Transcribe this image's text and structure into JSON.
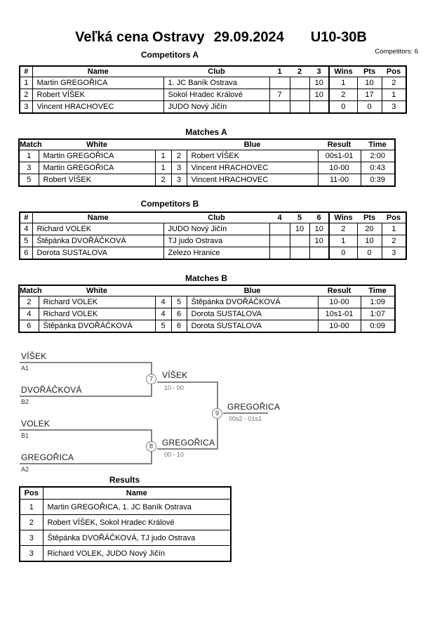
{
  "header": {
    "event": "Veľká cena Ostravy",
    "date": "29.09.2024",
    "category": "U10-30B",
    "competitors_label": "Competitors: 6"
  },
  "colors": {
    "bracket_line": "#848484",
    "table_border": "#000000"
  },
  "competitorsA": {
    "title": "Competitors A",
    "columns": {
      "num": "#",
      "name": "Name",
      "club": "Club",
      "c1": "1",
      "c2": "2",
      "c3": "3",
      "wins": "Wins",
      "pts": "Pts",
      "pos": "Pos"
    },
    "rows": [
      {
        "num": "1",
        "name": "Martin GREGOŘICA",
        "club": "1. JC Baník Ostrava",
        "c1": "",
        "c2": "",
        "c3": "10",
        "wins": "1",
        "pts": "10",
        "pos": "2"
      },
      {
        "num": "2",
        "name": "Robert VÍŠEK",
        "club": "Sokol Hradec Králové",
        "c1": "7",
        "c2": "",
        "c3": "10",
        "wins": "2",
        "pts": "17",
        "pos": "1"
      },
      {
        "num": "3",
        "name": "Vincent HRACHOVEC",
        "club": "JUDO Nový Jičín",
        "c1": "",
        "c2": "",
        "c3": "",
        "wins": "0",
        "pts": "0",
        "pos": "3"
      }
    ]
  },
  "matchesA": {
    "title": "Matches A",
    "columns": {
      "match": "Match",
      "white": "White",
      "blue": "Blue",
      "result": "Result",
      "time": "Time"
    },
    "rows": [
      {
        "match": "1",
        "white": "Martin GREGOŘICA",
        "wnum": "1",
        "bnum": "2",
        "blue": "Robert VÍŠEK",
        "result": "00s1-01",
        "time": "2:00"
      },
      {
        "match": "3",
        "white": "Martin GREGOŘICA",
        "wnum": "1",
        "bnum": "3",
        "blue": "Vincent HRACHOVEC",
        "result": "10-00",
        "time": "0:43"
      },
      {
        "match": "5",
        "white": "Robert VÍŠEK",
        "wnum": "2",
        "bnum": "3",
        "blue": "Vincent HRACHOVEC",
        "result": "11-00",
        "time": "0:39"
      }
    ]
  },
  "competitorsB": {
    "title": "Competitors B",
    "columns": {
      "num": "#",
      "name": "Name",
      "club": "Club",
      "c1": "4",
      "c2": "5",
      "c3": "6",
      "wins": "Wins",
      "pts": "Pts",
      "pos": "Pos"
    },
    "rows": [
      {
        "num": "4",
        "name": "Richard VOLEK",
        "club": "JUDO Nový Jičín",
        "c1": "",
        "c2": "10",
        "c3": "10",
        "wins": "2",
        "pts": "20",
        "pos": "1"
      },
      {
        "num": "5",
        "name": "Štěpánka DVOŘÁČKOVÁ",
        "club": "TJ judo Ostrava",
        "c1": "",
        "c2": "",
        "c3": "10",
        "wins": "1",
        "pts": "10",
        "pos": "2"
      },
      {
        "num": "6",
        "name": "Dorota SUSTALOVA",
        "club": "Zelezo Hranice",
        "c1": "",
        "c2": "",
        "c3": "",
        "wins": "0",
        "pts": "0",
        "pos": "3"
      }
    ]
  },
  "matchesB": {
    "title": "Matches B",
    "columns": {
      "match": "Match",
      "white": "White",
      "blue": "Blue",
      "result": "Result",
      "time": "Time"
    },
    "rows": [
      {
        "match": "2",
        "white": "Richard VOLEK",
        "wnum": "4",
        "bnum": "5",
        "blue": "Štěpánka DVOŘÁČKOVÁ",
        "result": "10-00",
        "time": "1:09"
      },
      {
        "match": "4",
        "white": "Richard VOLEK",
        "wnum": "4",
        "bnum": "6",
        "blue": "Dorota SUSTALOVA",
        "result": "10s1-01",
        "time": "1:07"
      },
      {
        "match": "6",
        "white": "Štěpánka DVOŘÁČKOVÁ",
        "wnum": "5",
        "bnum": "6",
        "blue": "Dorota SUSTALOVA",
        "result": "10-00",
        "time": "0:09"
      }
    ]
  },
  "bracket": {
    "semi1": {
      "top_name": "VÍŠEK",
      "top_seed": "A1",
      "bottom_name": "DVOŘÁČKOVÁ",
      "bottom_seed": "B2",
      "match_no": "7",
      "winner": "VÍŠEK",
      "score": "10 - 00"
    },
    "semi2": {
      "top_name": "VOLEK",
      "top_seed": "B1",
      "bottom_name": "GREGOŘICA",
      "bottom_seed": "A2",
      "match_no": "8",
      "winner": "GREGOŘICA",
      "score": "00 - 10"
    },
    "final": {
      "match_no": "9",
      "winner": "GREGOŘICA",
      "score": "00s2 - 01s1"
    }
  },
  "results": {
    "title": "Results",
    "columns": {
      "pos": "Pos",
      "name": "Name"
    },
    "rows": [
      {
        "pos": "1",
        "name": "Martin GREGOŘICA, 1. JC Baník Ostrava"
      },
      {
        "pos": "2",
        "name": "Robert VÍŠEK, Sokol Hradec Králové"
      },
      {
        "pos": "3",
        "name": "Štěpánka DVOŘÁČKOVÁ, TJ judo Ostrava"
      },
      {
        "pos": "3",
        "name": "Richard VOLEK, JUDO Nový Jičín"
      }
    ]
  }
}
